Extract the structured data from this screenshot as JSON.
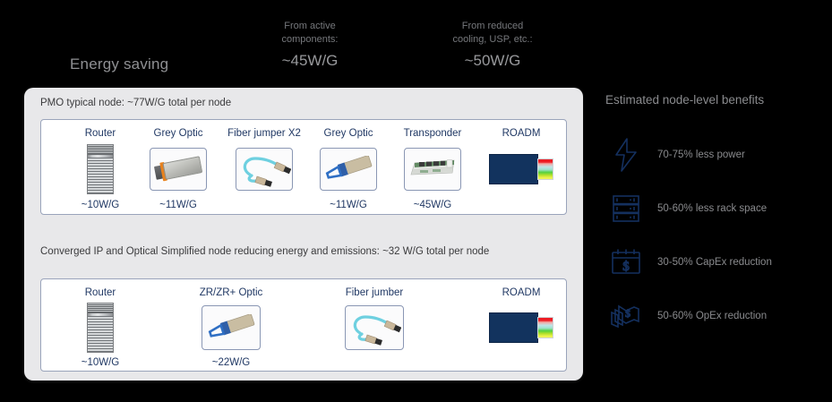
{
  "header": {
    "energy_saving_label": "Energy saving",
    "columns": [
      {
        "caption": "From active\ncomponents:",
        "value": "~45W/G"
      },
      {
        "caption": "From reduced\ncooling, USP, etc.:",
        "value": "~50W/G"
      }
    ]
  },
  "panel": {
    "rows": [
      {
        "title": "PMO typical node: ~77W/G total per node",
        "items": [
          {
            "label": "Router",
            "watt": "~10W/G",
            "icon": "router-chassis-icon"
          },
          {
            "label": "Grey Optic",
            "watt": "~11W/G",
            "icon": "grey-optic-icon"
          },
          {
            "label": "Fiber jumper X2",
            "watt": "",
            "icon": "fiber-jumper-icon"
          },
          {
            "label": "Grey Optic",
            "watt": "~11W/G",
            "icon": "grey-optic-icon"
          },
          {
            "label": "Transponder",
            "watt": "~45W/G",
            "icon": "transponder-card-icon"
          },
          {
            "label": "ROADM",
            "watt": "",
            "icon": "roadm-icon"
          }
        ]
      },
      {
        "title": "Converged IP and Optical Simplified node reducing energy and emissions: ~32 W/G total per node",
        "items": [
          {
            "label": "Router",
            "watt": "~10W/G",
            "icon": "router-chassis-icon"
          },
          {
            "label": "ZR/ZR+ Optic",
            "watt": "~22W/G",
            "icon": "zr-optic-icon"
          },
          {
            "label": "Fiber jumber",
            "watt": "",
            "icon": "fiber-jumper-icon"
          },
          {
            "label": "ROADM",
            "watt": "",
            "icon": "roadm-icon"
          }
        ]
      }
    ]
  },
  "benefits": {
    "title": "Estimated node-level benefits",
    "items": [
      {
        "text": "70-75% less power",
        "icon": "lightning-bolt-icon"
      },
      {
        "text": "50-60% less rack space",
        "icon": "server-rack-icon"
      },
      {
        "text": "30-50% CapEx reduction",
        "icon": "calendar-dollar-icon"
      },
      {
        "text": "50-60% OpEx reduction",
        "icon": "banknotes-dollar-icon"
      }
    ]
  },
  "colors": {
    "background": "#000000",
    "panel": "#e8e8ea",
    "label_blue": "#203864",
    "icon_navy": "#14305f",
    "muted_text": "#8a8b8e",
    "roadm_block": "#12335e",
    "optic_orange": "#e8821e",
    "fiber_cyan": "#6ed0e0"
  }
}
